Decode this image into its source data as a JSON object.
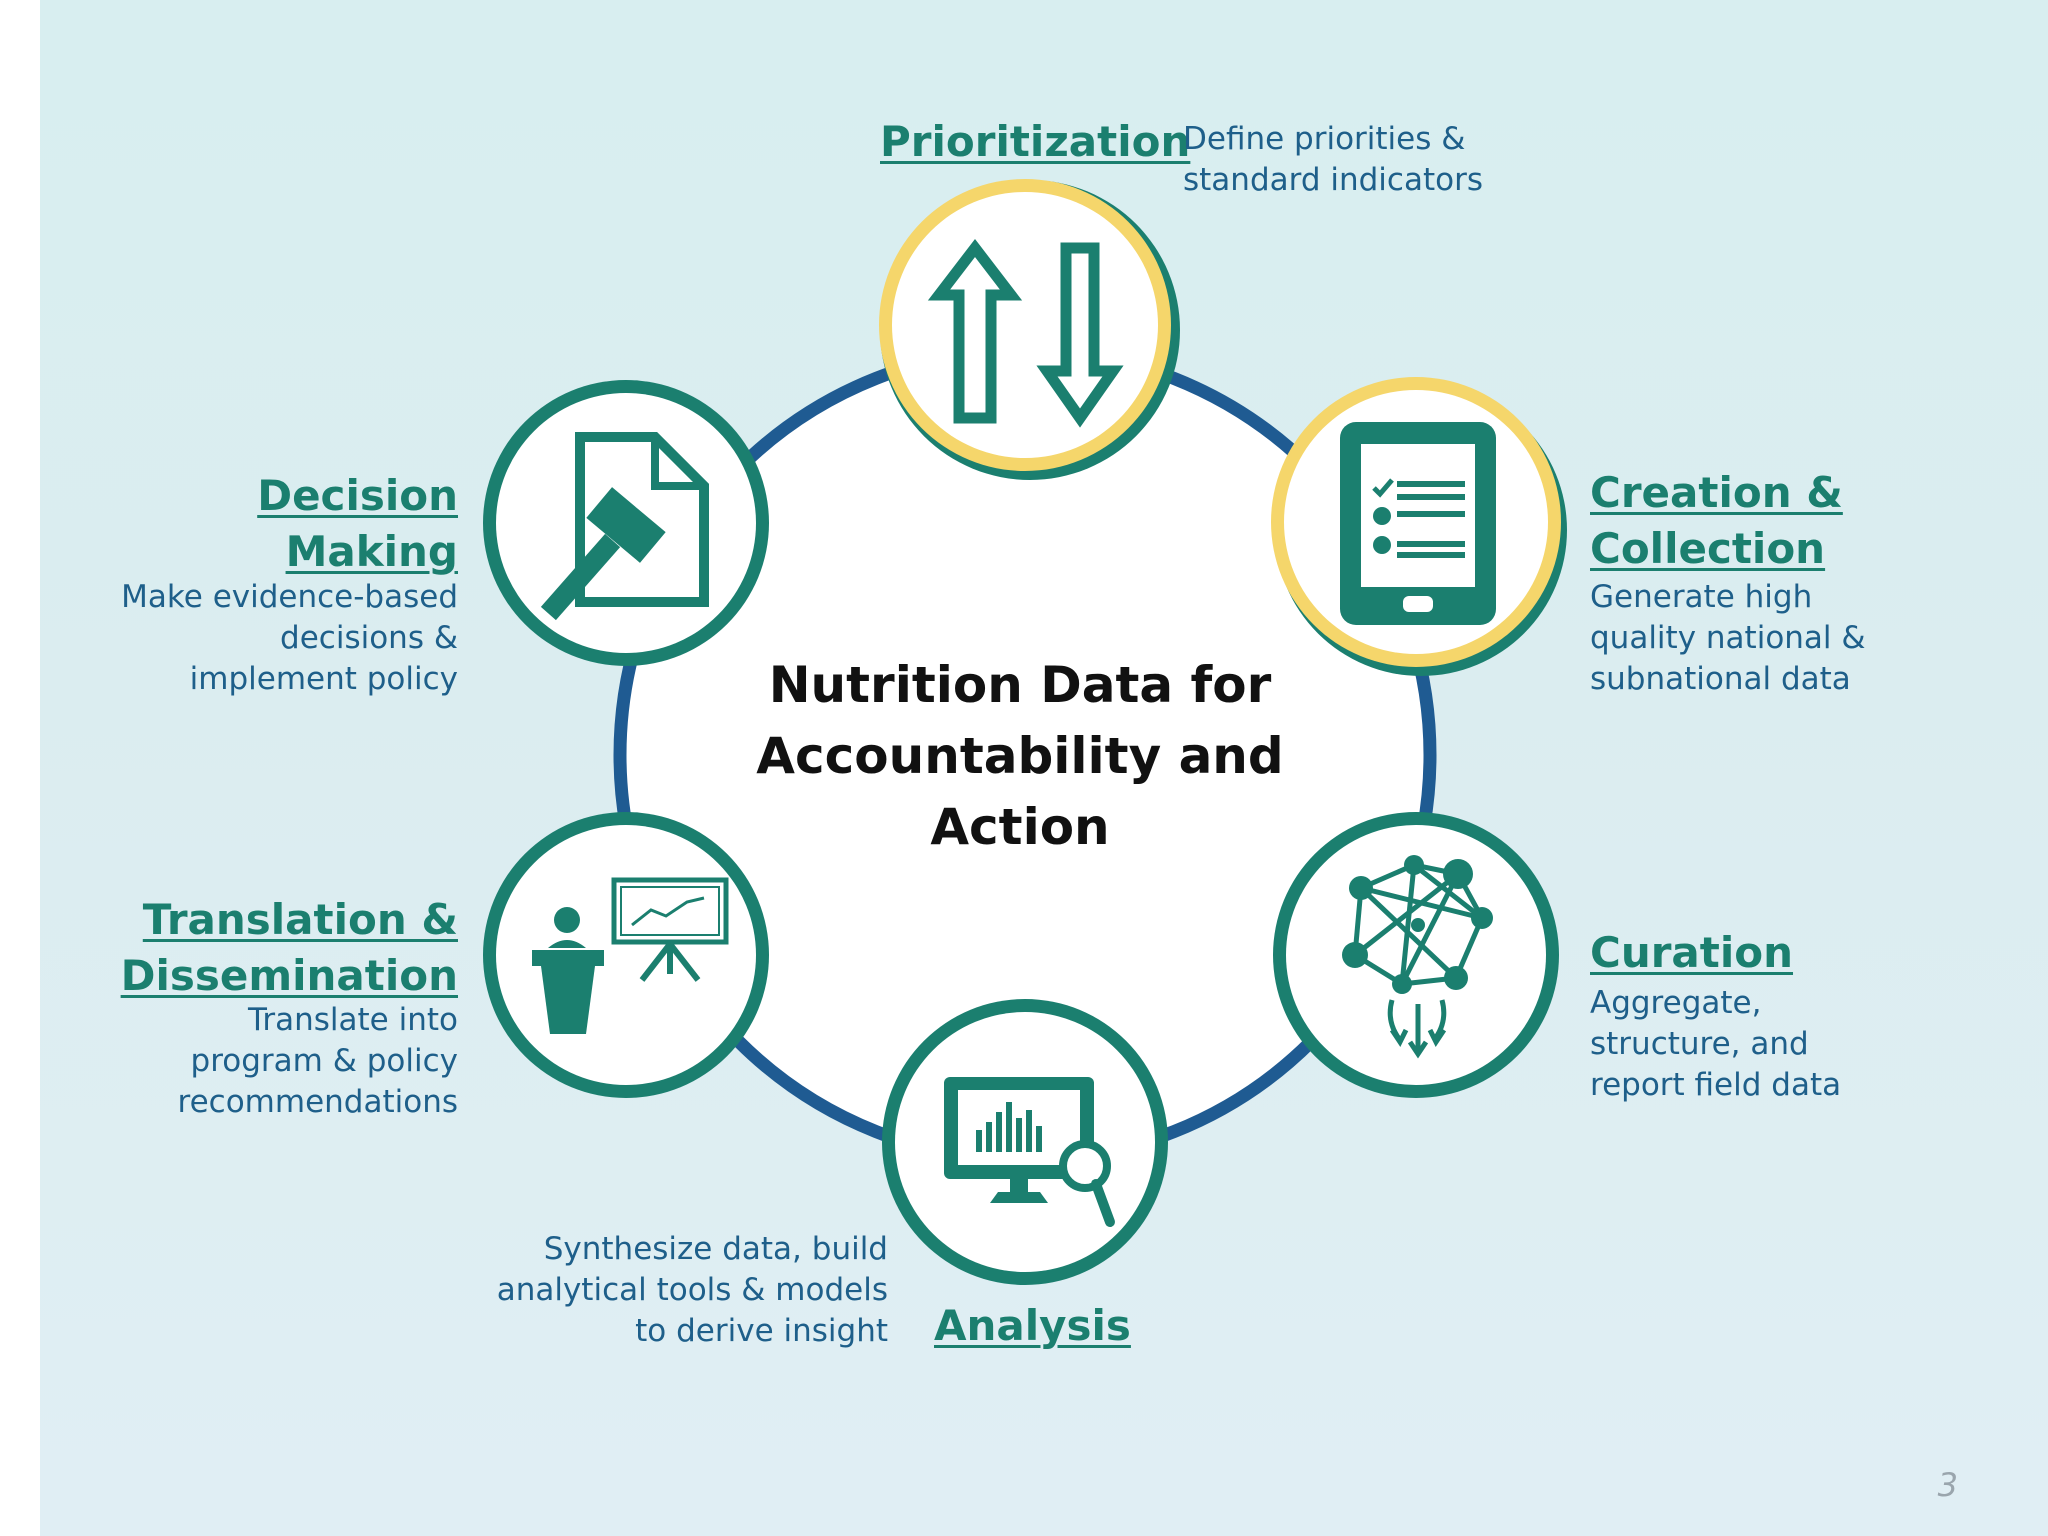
{
  "center_title": "Nutrition Data for Accountability and Action",
  "page_number": "3",
  "colors": {
    "teal": "#1b7f6f",
    "navy_ring": "#1f5b92",
    "gold_ring": "#f5d66b",
    "desc_blue": "#1e5f8a"
  },
  "stages": {
    "prioritization": {
      "title": "Prioritization",
      "desc_line1": "Define priorities &",
      "desc_line2": "standard indicators",
      "icon": "up-down-arrows-icon"
    },
    "creation": {
      "title_line1": "Creation &",
      "title_line2": "Collection",
      "desc_line1": "Generate high",
      "desc_line2": "quality national &",
      "desc_line3": "subnational data",
      "icon": "tablet-checklist-icon"
    },
    "curation": {
      "title": "Curation",
      "desc_line1": "Aggregate,",
      "desc_line2": "structure, and",
      "desc_line3": "report field data",
      "icon": "network-funnel-icon"
    },
    "analysis": {
      "title": "Analysis",
      "desc_line1": "Synthesize data, build",
      "desc_line2": "analytical tools & models",
      "desc_line3": "to derive insight",
      "icon": "monitor-chart-magnifier-icon"
    },
    "translation": {
      "title_line1": "Translation &",
      "title_line2": "Dissemination",
      "desc_line1": "Translate into",
      "desc_line2": "program & policy",
      "desc_line3": "recommendations",
      "icon": "presenter-easel-icon"
    },
    "decision": {
      "title_line1": "Decision",
      "title_line2": "Making",
      "desc_line1": "Make evidence-based",
      "desc_line2": "decisions &",
      "desc_line3": "implement policy",
      "icon": "gavel-document-icon"
    }
  }
}
